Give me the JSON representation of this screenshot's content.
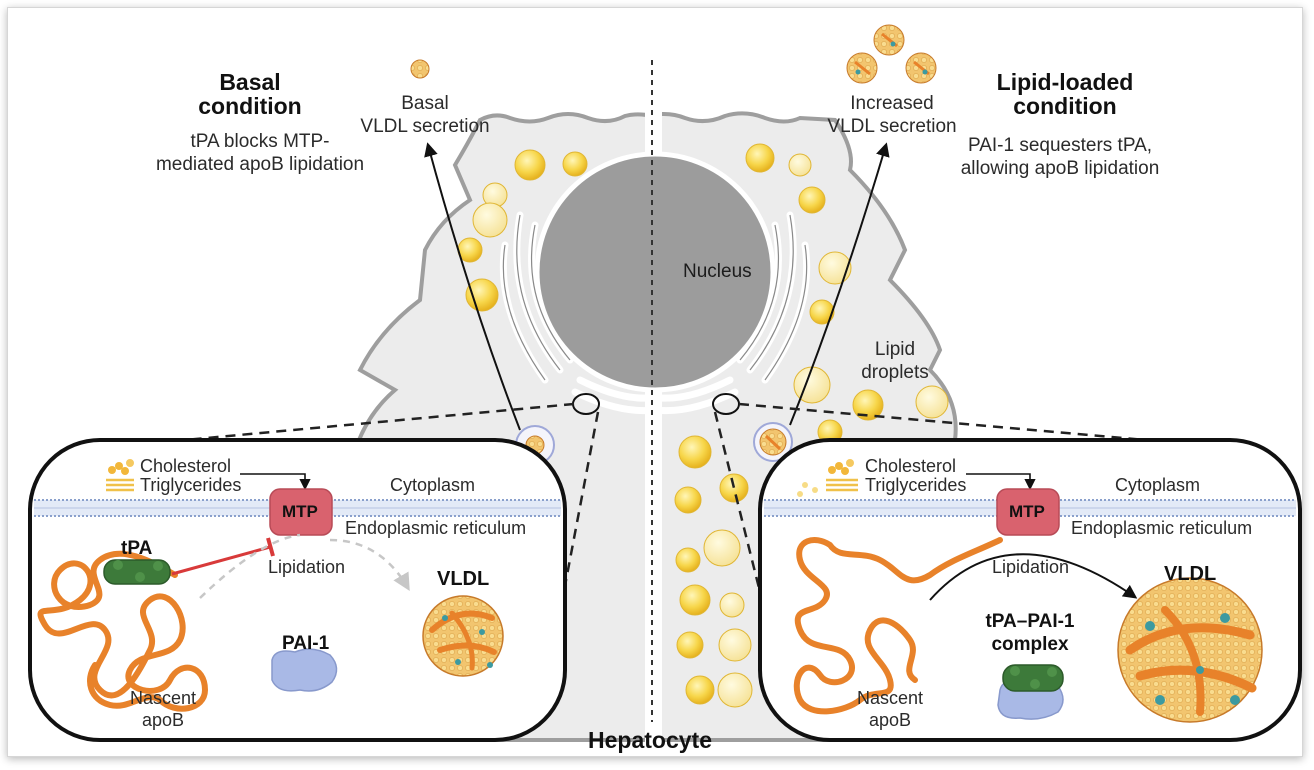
{
  "left": {
    "heading_line1": "Basal",
    "heading_line2": "condition",
    "desc_line1": "tPA blocks MTP-",
    "desc_line2": "mediated apoB lipidation",
    "secretion_line1": "Basal",
    "secretion_line2": "VLDL secretion"
  },
  "right": {
    "heading_line1": "Lipid-loaded",
    "heading_line2": "condition",
    "desc_line1": "PAI-1 sequesters tPA,",
    "desc_line2": "allowing apoB lipidation",
    "secretion_line1": "Increased",
    "secretion_line2": "VLDL secretion"
  },
  "cell": {
    "nucleus": "Nucleus",
    "lipid_line1": "Lipid",
    "lipid_line2": "droplets",
    "name": "Hepatocyte"
  },
  "inset_left": {
    "cholesterol": "Cholesterol",
    "triglycerides": "Triglycerides",
    "cytoplasm": "Cytoplasm",
    "er": "Endoplasmic reticulum",
    "mtp": "MTP",
    "tpa": "tPA",
    "lipidation": "Lipidation",
    "vldl": "VLDL",
    "pai1": "PAI-1",
    "apob_line1": "Nascent",
    "apob_line2": "apoB"
  },
  "inset_right": {
    "cholesterol": "Cholesterol",
    "triglycerides": "Triglycerides",
    "cytoplasm": "Cytoplasm",
    "er": "Endoplasmic reticulum",
    "mtp": "MTP",
    "lipidation": "Lipidation",
    "vldl": "VLDL",
    "complex_line1": "tPA–PAI-1",
    "complex_line2": "complex",
    "apob_line1": "Nascent",
    "apob_line2": "apoB"
  },
  "colors": {
    "cell": "#ececec",
    "cell_outline": "#9e9e9e",
    "nucleus": "#9c9c9c",
    "lipid": "#f7d64a",
    "apob": "#e8822a",
    "mtp": "#d9626e",
    "tpa": "#3d7a3a",
    "pai1": "#a9b9e6",
    "inhibit": "#d83a3a"
  }
}
